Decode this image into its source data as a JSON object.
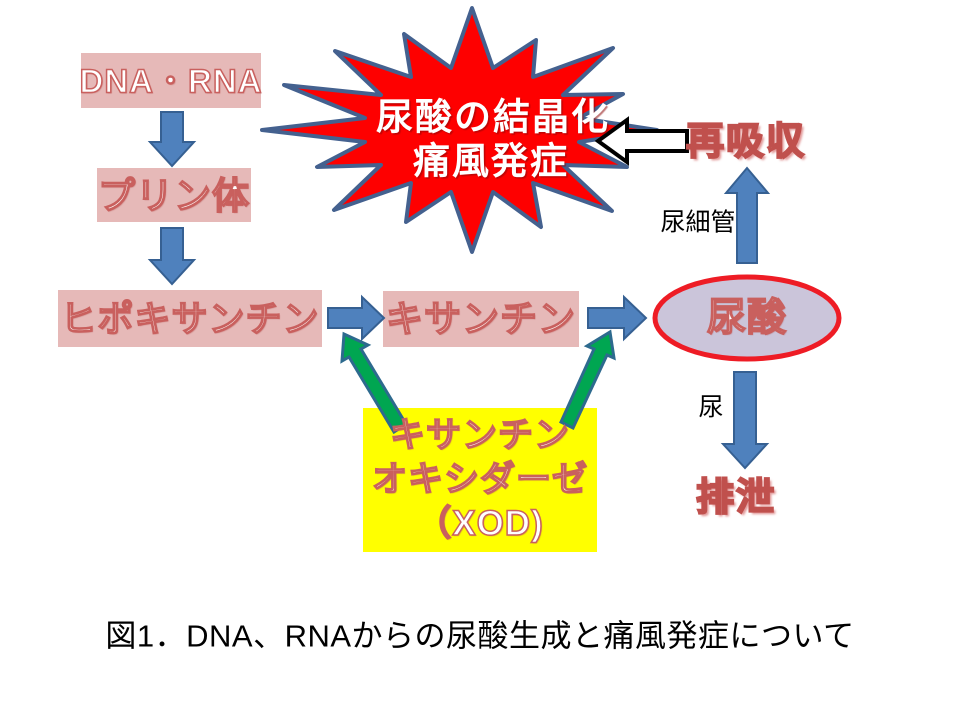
{
  "figure": {
    "caption": "図1．DNA、RNAからの尿酸生成と痛風発症について"
  },
  "nodes": {
    "dna_rna": "DNA・RNA",
    "purine": "プリン体",
    "hypoxanthine": "ヒポキサンチン",
    "xanthine": "キサンチン",
    "uric_acid": "尿酸",
    "xod": {
      "line1": "キサンチン",
      "line2": "オキシダーゼ",
      "line3": "（XOD)"
    }
  },
  "burst": {
    "line1": "尿酸の結晶化",
    "line2": "痛風発症"
  },
  "labels": {
    "reabsorption": "再吸収",
    "renal_tubule": "尿細管",
    "urine": "尿",
    "excretion": "排泄"
  },
  "colors": {
    "node_pink": "#e6b9b8",
    "xod_yellow": "#ffff00",
    "burst_red": "#fe0000",
    "burst_outline": "#44618f",
    "arrow_blue": "#4f81bd",
    "arrow_blue_border": "#366092",
    "arrow_green": "#00a651",
    "arrow_green_border": "#2d6a8e",
    "ellipse_fill": "#cbc5da",
    "ellipse_border": "#ee1c25",
    "label_red_outline": "#c0504d",
    "text_white": "#ffffff",
    "caption_black": "#000000"
  }
}
